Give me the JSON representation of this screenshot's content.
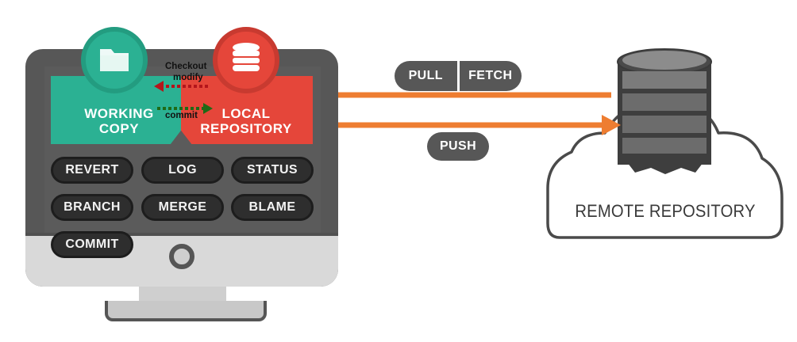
{
  "local": {
    "working_copy_line1": "WORKING",
    "working_copy_line2": "COPY",
    "local_repo_line1": "LOCAL",
    "local_repo_line2": "REPOSITORY"
  },
  "annotations": {
    "checkout": "Checkout",
    "modify": "modify",
    "commit": "commit"
  },
  "commands": [
    {
      "label": "REVERT"
    },
    {
      "label": "LOG"
    },
    {
      "label": "STATUS"
    },
    {
      "label": "BRANCH"
    },
    {
      "label": "MERGE"
    },
    {
      "label": "BLAME"
    },
    {
      "label": "COMMIT"
    }
  ],
  "remote": {
    "pull": "PULL",
    "fetch": "FETCH",
    "push": "PUSH",
    "label": "REMOTE REPOSITORY"
  },
  "colors": {
    "green": "#2bb193",
    "red": "#e5463a",
    "arrow": "#ee7d31",
    "dark": "#575757"
  },
  "icons": [
    "folder-icon",
    "database-icon",
    "server-stack-icon",
    "cloud-icon"
  ]
}
